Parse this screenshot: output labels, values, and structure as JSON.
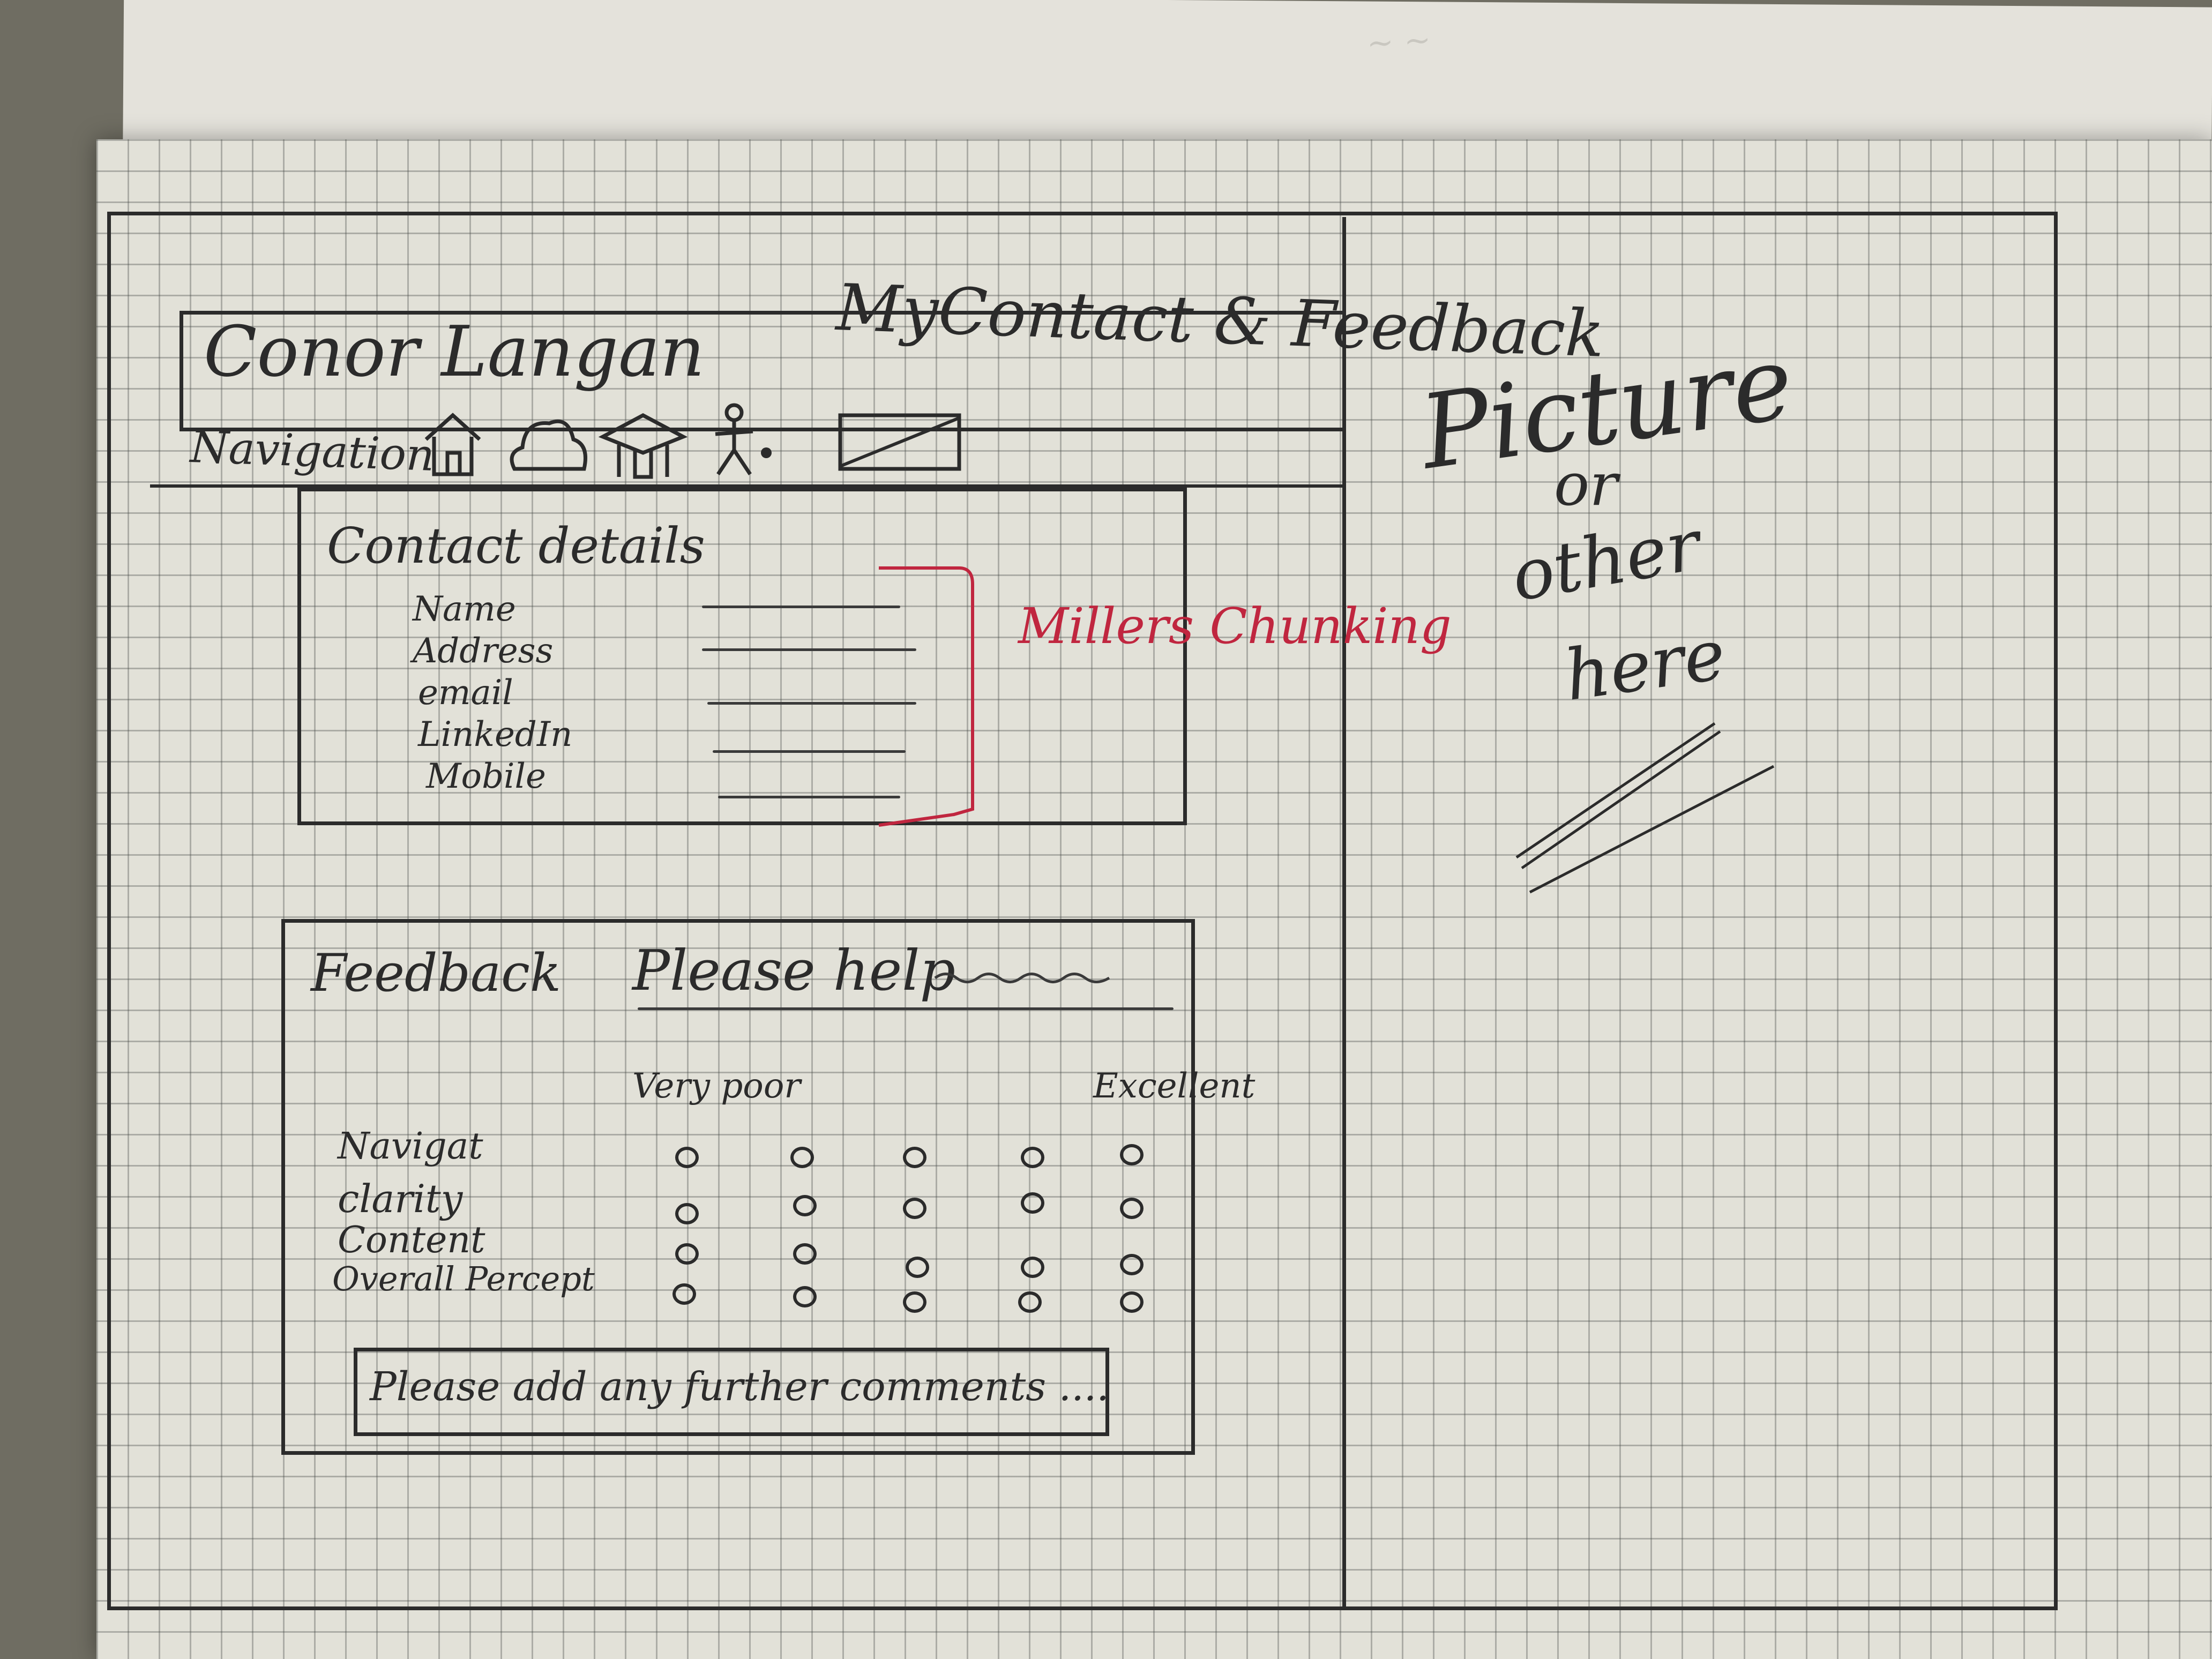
{
  "header": {
    "name": "Conor Langan",
    "title": "MyContact & Feedback"
  },
  "navigation": {
    "label": "Navigation",
    "icons": [
      "home-icon",
      "cloud-icon",
      "graduation-cap-icon",
      "person-icon",
      "mail-icon"
    ]
  },
  "contact": {
    "heading": "Contact details",
    "fields": [
      "Name",
      "Address",
      "email",
      "LinkedIn",
      "Mobile"
    ]
  },
  "annotation": {
    "text": "Millers Chunking",
    "color": "#c0263f"
  },
  "feedback": {
    "heading": "Feedback",
    "subtitle": "Please help",
    "scale_low": "Very poor",
    "scale_high": "Excellent",
    "criteria": [
      "Navigat",
      "clarity",
      "Content",
      "Overall Percept"
    ],
    "comments_placeholder": "Please add any further comments ...."
  },
  "picture_panel": {
    "text": [
      "Picture",
      "or",
      "other",
      "here"
    ]
  }
}
